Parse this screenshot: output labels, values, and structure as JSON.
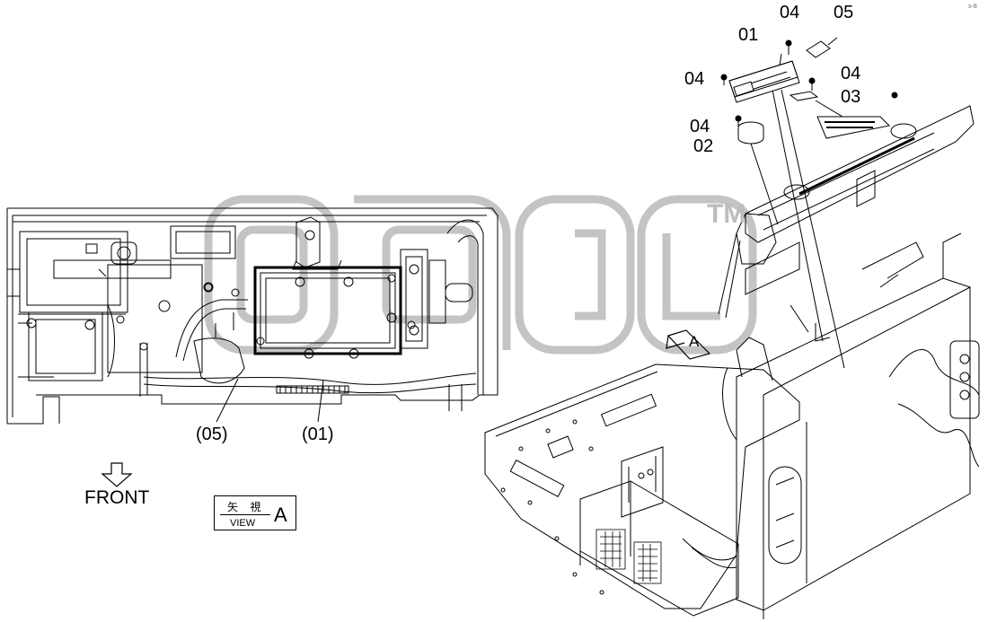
{
  "watermark": {
    "tm": "TM"
  },
  "corner_mark": "s-8",
  "callouts": {
    "p01": "01",
    "p04_top": "04",
    "p05": "05",
    "p04_left": "04",
    "p04_right": "04",
    "p03": "03",
    "p04_mid": "04",
    "p02": "02",
    "ref05": "(05)",
    "ref01": "(01)"
  },
  "front_label": "FRONT",
  "view_box": {
    "jp": "矢 視",
    "en": "VIEW",
    "letter": "A"
  },
  "view_marker_letter": "A"
}
